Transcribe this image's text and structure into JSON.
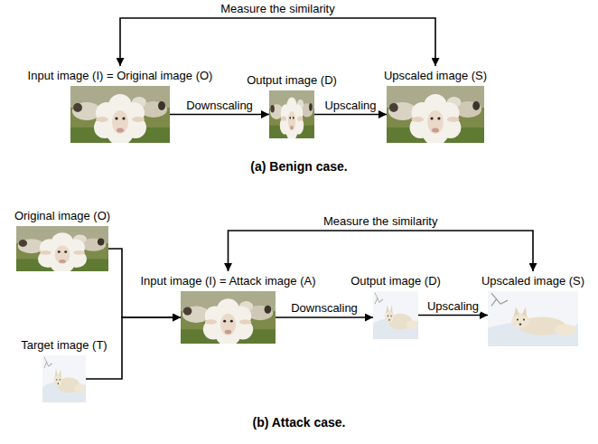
{
  "diagram": {
    "nodes": [
      {
        "text": [
          "Input image (I) = Original image (O)"
        ]
      },
      {
        "text": [
          "Output image (D)"
        ]
      },
      {
        "text": [
          "Upscaled image (S)"
        ]
      },
      {
        "text": [
          "Original image (O)"
        ]
      },
      {
        "text": [
          "Target image (T)"
        ]
      },
      {
        "text": [
          "Input image (I) = Attack image (A)"
        ]
      },
      {
        "text": [
          "Output image (D)"
        ]
      },
      {
        "text": [
          "Upscaled image (S)"
        ]
      }
    ],
    "edges": [
      {
        "from": 0,
        "to": 1,
        "label": "Downscaling",
        "arrow": "to"
      },
      {
        "from": 1,
        "to": 2,
        "label": "Upscaling",
        "arrow": "to"
      },
      {
        "from": 0,
        "to": 2,
        "label": "Measure the similarity",
        "arrow": "both"
      },
      {
        "from": 3,
        "to": 5,
        "arrow": "to"
      },
      {
        "from": 4,
        "to": 5,
        "arrow": "to"
      },
      {
        "from": 5,
        "to": 6,
        "label": "Downscaling",
        "arrow": "to"
      },
      {
        "from": 6,
        "to": 7,
        "label": "Upscaling",
        "arrow": "to"
      },
      {
        "from": 5,
        "to": 7,
        "label": "Measure the similarity",
        "arrow": "both"
      }
    ],
    "labels": [
      "(a) Benign case.",
      "(b) Attack case."
    ]
  }
}
